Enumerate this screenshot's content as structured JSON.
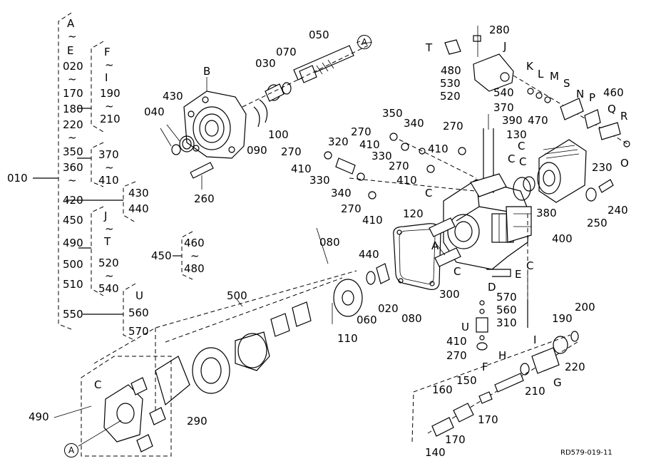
{
  "reference_code": "RD579-019-11",
  "labels": {
    "b1": "A",
    "b2": "~",
    "b3": "E",
    "b4": "020",
    "b5": "~",
    "b6": "170",
    "b7": "180",
    "b8": "~",
    "b9": "220",
    "b10": "~",
    "b11": "350",
    "b12": "360",
    "b13": "420",
    "b14": "450",
    "b15": "490",
    "b16": "500",
    "b17": "510",
    "b18": "550",
    "g1": "F",
    "g2": "~",
    "g3": "I",
    "g4": "190",
    "g5": "~",
    "g6": "210",
    "h1": "370",
    "h2": "~",
    "h3": "410",
    "i1": "430",
    "i2": "440",
    "j1": "J",
    "j2": "~",
    "j3": "T",
    "j4": "520",
    "j5": "~",
    "j6": "540",
    "u1": "U",
    "u2": "560",
    "u3": "570",
    "m010": "010",
    "m450": "450",
    "m460": "460",
    "m460t": "~",
    "m480": "480",
    "n040": "040",
    "n430": "430",
    "nB": "B",
    "n030": "030",
    "n070": "070",
    "n050": "050",
    "n100": "100",
    "n090": "090",
    "n260": "260",
    "n350": "350",
    "n340a": "340",
    "n270a": "270",
    "n410a": "410",
    "n330a": "330",
    "n320": "320",
    "n270b": "270",
    "n410b": "410",
    "n330b": "330",
    "n340b": "340",
    "n270c": "270",
    "n410c": "410",
    "n270d": "270",
    "n410d": "410",
    "n270e": "270",
    "n410e": "410",
    "n370": "370",
    "n390": "390",
    "n130": "130",
    "nC1": "C",
    "nC2": "C",
    "nC3": "C",
    "nC4": "C",
    "nC5": "C",
    "nC6": "C",
    "nC7": "C",
    "n230": "230",
    "n380": "380",
    "n250": "250",
    "n240": "240",
    "n400": "400",
    "n120": "120",
    "n080a": "080",
    "n440": "440",
    "nA2": "A",
    "n300": "300",
    "nE2": "E",
    "nD2": "D",
    "n080b": "080",
    "n280": "280",
    "nT": "T",
    "nJ": "J",
    "n480": "480",
    "n530": "530",
    "n520": "520",
    "n540": "540",
    "nK": "K",
    "nL": "L",
    "nM": "M",
    "nS": "S",
    "nN": "N",
    "nP": "P",
    "n460": "460",
    "nQ": "Q",
    "nR": "R",
    "n470": "470",
    "nO": "O",
    "n500": "500",
    "n110": "110",
    "n060": "060",
    "n020": "020",
    "n570": "570",
    "n560": "560",
    "nU2": "U",
    "n310": "310",
    "n410f": "410",
    "n270f": "270",
    "n490": "490",
    "n290": "290",
    "n190": "190",
    "n200": "200",
    "n220": "220",
    "nI": "I",
    "nH": "H",
    "nF": "F",
    "nG": "G",
    "n210": "210",
    "n160": "160",
    "n150": "150",
    "n170a": "170",
    "n170b": "170",
    "n140": "140",
    "cA1": "A",
    "cA2": "A"
  }
}
